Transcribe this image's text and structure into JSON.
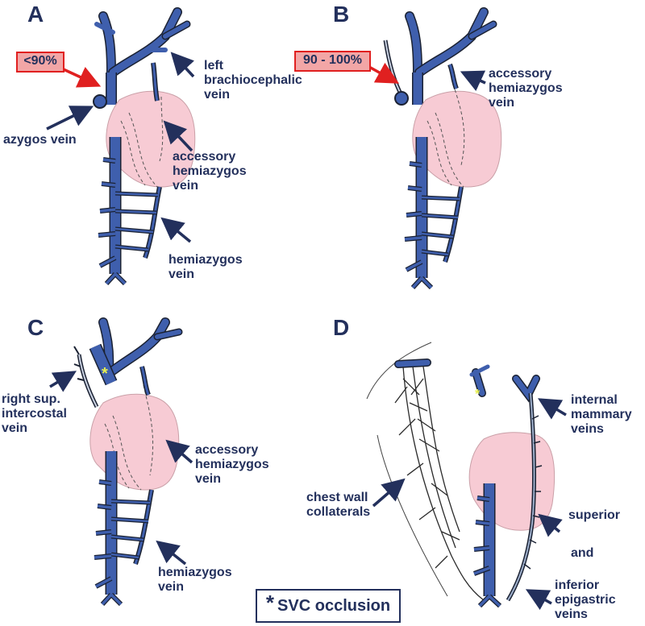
{
  "panels": {
    "A": {
      "letter": "A",
      "badge": "<90%",
      "labels": {
        "left_brachiocephalic": "left\nbrachiocephalic\nvein",
        "azygos": "azygos vein",
        "accessory_hemiazygos": "accessory\nhemiazygos\nvein",
        "hemiazygos": "hemiazygos\nvein"
      }
    },
    "B": {
      "letter": "B",
      "badge": "90 - 100%",
      "labels": {
        "accessory_hemiazygos": "accessory\nhemiazygos\nvein"
      }
    },
    "C": {
      "letter": "C",
      "labels": {
        "right_sup_intercostal": "right sup.\nintercostal\nvein",
        "accessory_hemiazygos": "accessory\nhemiazygos\nvein",
        "hemiazygos": "hemiazygos\nvein"
      }
    },
    "D": {
      "letter": "D",
      "labels": {
        "internal_mammary": "internal\nmammary\nveins",
        "chest_wall": "chest wall\ncollaterals",
        "superior": "superior",
        "and": "and",
        "inferior_epigastric": "inferior\nepigastric\nveins"
      }
    }
  },
  "legend": {
    "star": "*",
    "text": "SVC occlusion"
  },
  "colors": {
    "vein": "#3f5fad",
    "vein_outline": "#1b2233",
    "mass": "#f7cbd4",
    "arrow": "#23305c",
    "arrow_red": "#e02020",
    "label": "#23305c",
    "occlusion_star": "#e8f050"
  }
}
